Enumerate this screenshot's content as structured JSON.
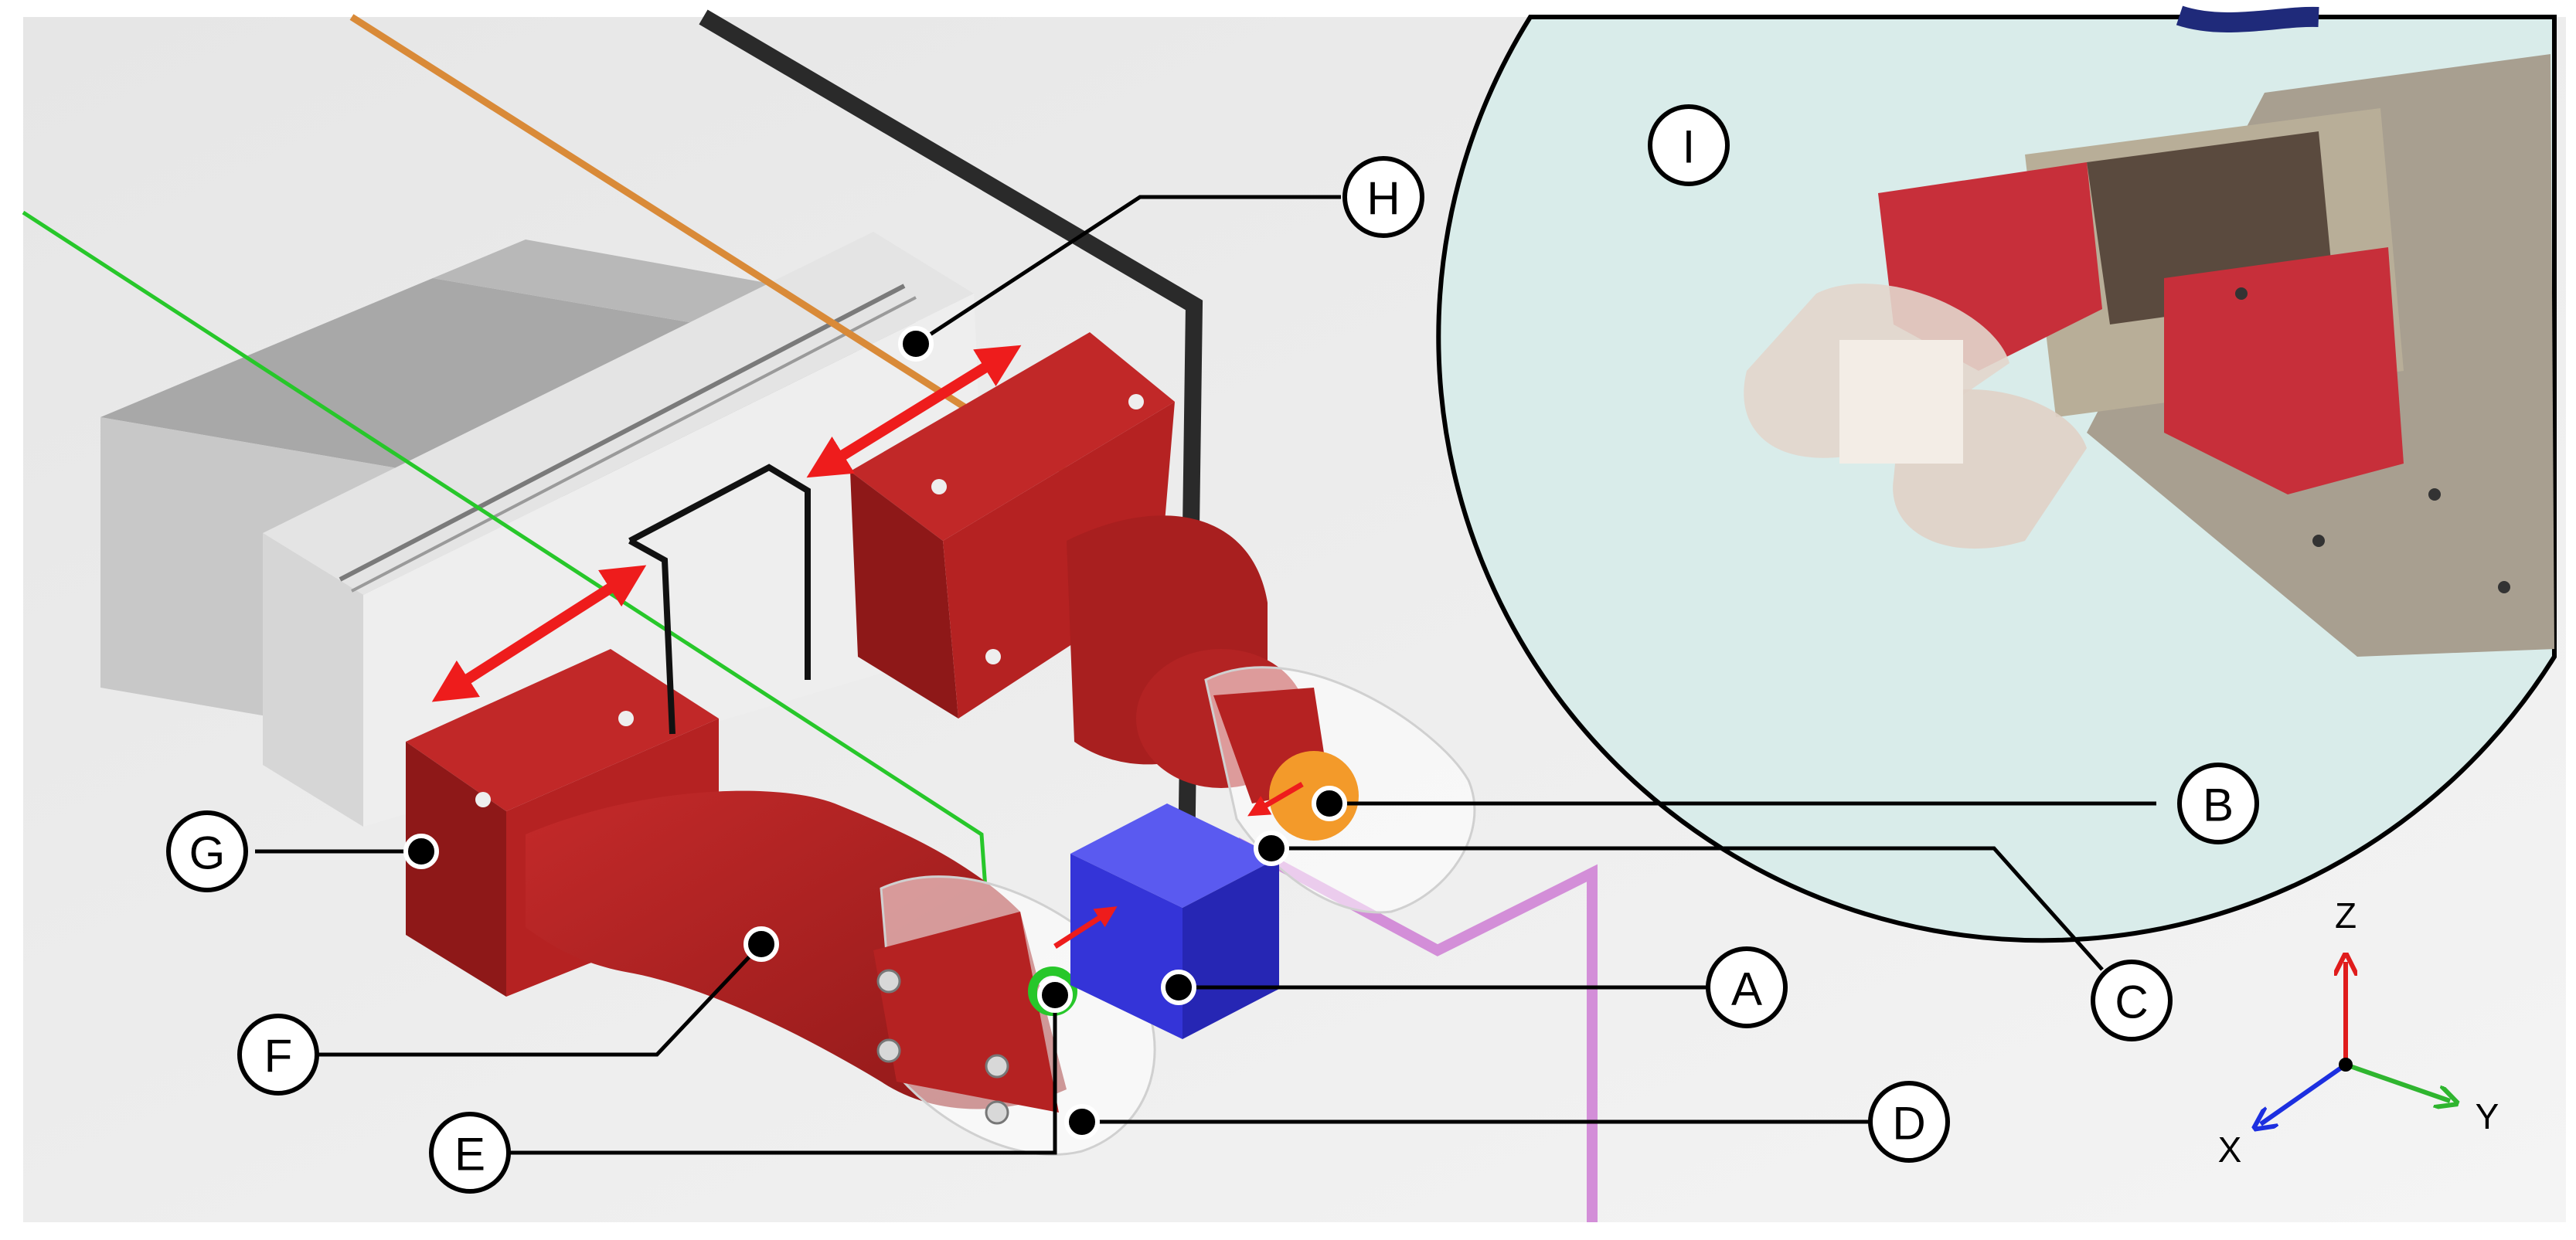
{
  "callouts": {
    "A": "A",
    "B": "B",
    "C": "C",
    "D": "D",
    "E": "E",
    "F": "F",
    "G": "G",
    "H": "H",
    "I": "I"
  },
  "axes": {
    "z": "Z",
    "y": "Y",
    "x": "X"
  },
  "colors": {
    "gripper_red": "#b52222",
    "gripper_red_dark": "#861616",
    "object_blue": "#3b3be0",
    "rail_gray": "#d9d9d9",
    "arrow_red": "#ee1c1c",
    "sensor_green": "#27c72a",
    "wire_orange": "#d98a38",
    "wire_pink": "#d38ed8",
    "inset_bg": "#d9ecea",
    "ball_orange": "#f39a2a"
  }
}
